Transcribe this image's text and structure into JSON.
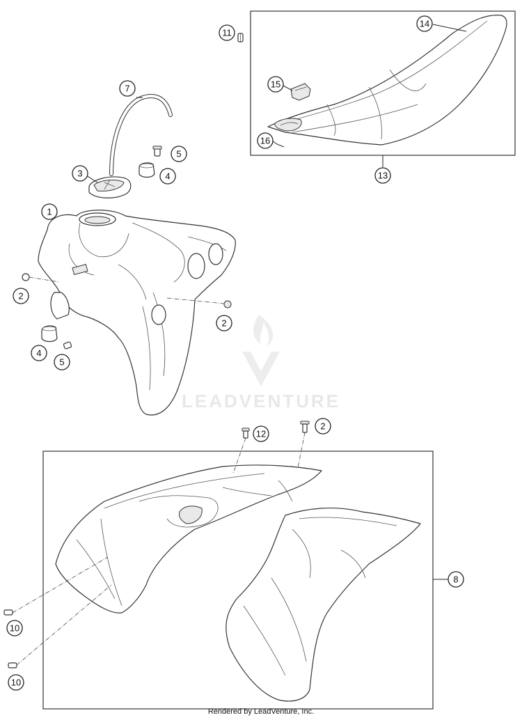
{
  "watermark": {
    "brand": "LEADVENTURE"
  },
  "footer": {
    "text": "Rendered by LeadVenture, Inc."
  },
  "callouts": {
    "c1": "1",
    "c2a": "2",
    "c2b": "2",
    "c2c": "2",
    "c3": "3",
    "c4a": "4",
    "c4b": "4",
    "c5a": "5",
    "c5b": "5",
    "c7": "7",
    "c8": "8",
    "c10a": "10",
    "c10b": "10",
    "c11": "11",
    "c12": "12",
    "c13": "13",
    "c14": "14",
    "c15": "15",
    "c16": "16"
  }
}
